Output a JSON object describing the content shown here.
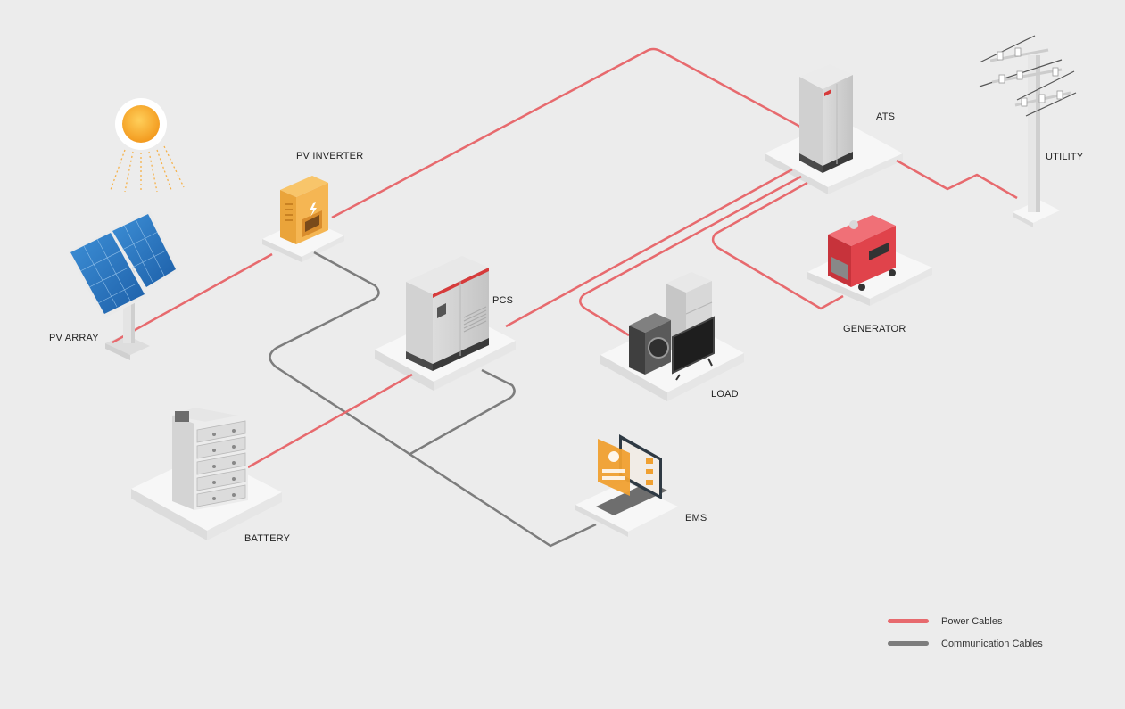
{
  "labels": {
    "pv_array": "PV ARRAY",
    "pv_inverter": "PV INVERTER",
    "pcs": "PCS",
    "ats": "ATS",
    "utility": "UTILITY",
    "generator": "GENERATOR",
    "load": "LOAD",
    "battery": "BATTERY",
    "ems": "EMS"
  },
  "legend": [
    {
      "label": "Power Cables",
      "color": "#e76a6e"
    },
    {
      "label": "Communication Cables",
      "color": "#7d7d7d"
    }
  ],
  "colors": {
    "power": "#e76a6e",
    "comm": "#7d7d7d",
    "background": "#ececec",
    "platform": "#f7f7f7"
  }
}
